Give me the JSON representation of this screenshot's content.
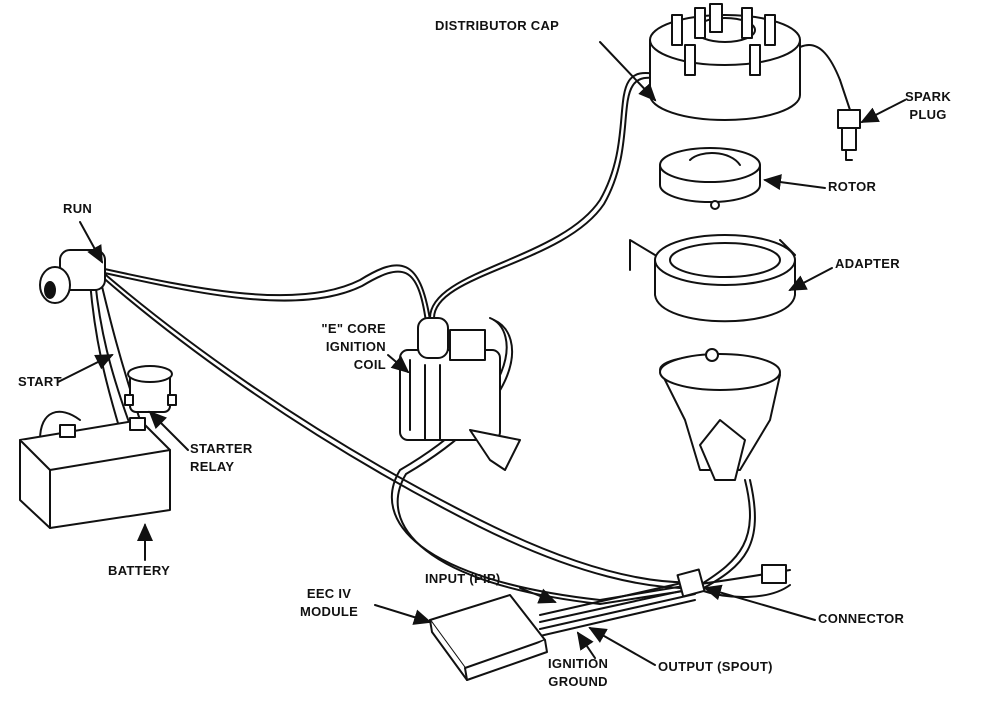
{
  "labels": {
    "distributor_cap": "DISTRIBUTOR CAP",
    "spark_plug": [
      "SPARK",
      "PLUG"
    ],
    "rotor": "ROTOR",
    "adapter": "ADAPTER",
    "run": "RUN",
    "start": "START",
    "starter_relay": [
      "STARTER",
      "RELAY"
    ],
    "battery": "BATTERY",
    "ignition_coil": [
      "\"E\" CORE",
      "IGNITION",
      "COIL"
    ],
    "eec_module": [
      "EEC IV",
      "MODULE"
    ],
    "input_pip": "INPUT (PIP)",
    "connector": "CONNECTOR",
    "ignition_ground": [
      "IGNITION",
      "GROUND"
    ],
    "output_spout": "OUTPUT (SPOUT)"
  },
  "colors": {
    "ink": "#111111",
    "background": "#ffffff"
  }
}
